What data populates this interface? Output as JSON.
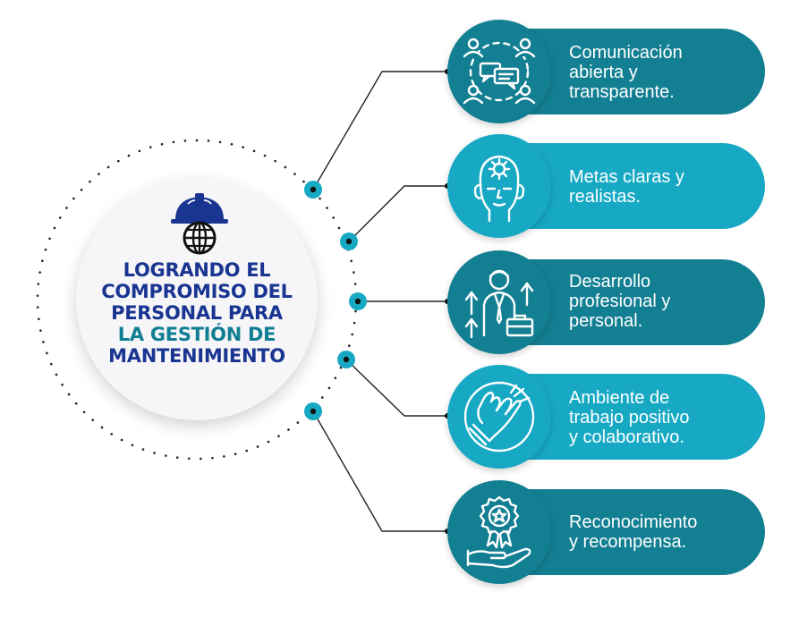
{
  "title": {
    "line1": "LOGRANDO EL",
    "line2": "COMPROMISO DEL",
    "line3": "PERSONAL PARA",
    "line4": "LA GESTIÓN DE",
    "line5": "MANTENIMIENTO"
  },
  "items": [
    {
      "line1": "Comunicación",
      "line2": "abierta y",
      "line3": "transparente.",
      "icon": "communication-people-icon",
      "color": "#137f93"
    },
    {
      "line1": "Metas claras y",
      "line2": "realistas.",
      "line3": "",
      "icon": "head-gear-icon",
      "color": "#17a9c4"
    },
    {
      "line1": "Desarrollo",
      "line2": "profesional y",
      "line3": "personal.",
      "icon": "professional-growth-icon",
      "color": "#137f93"
    },
    {
      "line1": "Ambiente de",
      "line2": "trabajo positivo",
      "line3": "y colaborativo.",
      "icon": "handshake-icon",
      "color": "#17a9c4"
    },
    {
      "line1": "Reconocimiento",
      "line2": "y recompensa.",
      "line3": "",
      "icon": "award-hand-icon",
      "color": "#137f93"
    }
  ],
  "colors": {
    "dark_teal": "#137f93",
    "light_teal": "#17a9c4",
    "title_blue": "#1a3591",
    "title_teal": "#0f7e93"
  }
}
